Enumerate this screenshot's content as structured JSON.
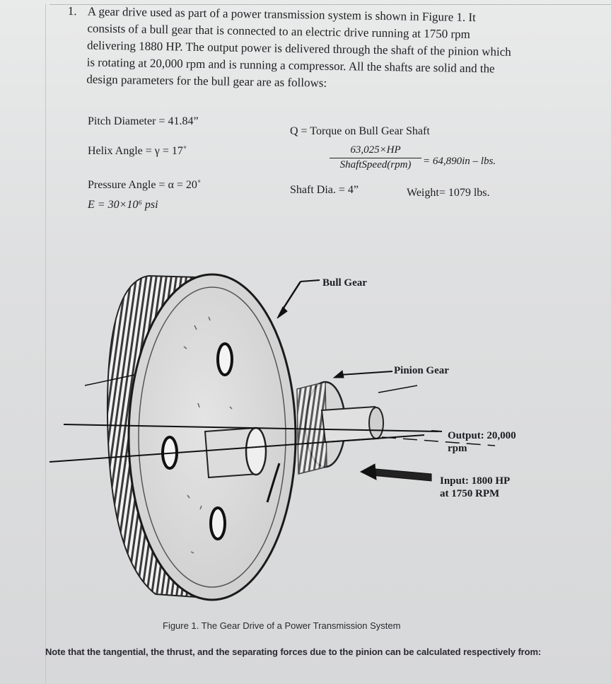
{
  "problem": {
    "number": "1.",
    "lines": [
      "A gear drive used as part of a power transmission system is shown in Figure 1.  It",
      "consists of a bull gear that is connected to an electric drive running at 1750 rpm",
      "delivering 1880 HP.  The output power is delivered through the shaft of the pinion which",
      "is rotating at 20,000 rpm and is running a compressor.  All the shafts are solid and the",
      "design parameters for the bull gear are as follows:"
    ]
  },
  "parameters": {
    "pitch_diameter": "Pitch Diameter = 41.84”",
    "helix_angle": "Helix Angle = γ = 17˚",
    "pressure_angle": "Pressure Angle = α = 20˚",
    "modulus": "E = 30×10⁶ psi",
    "torque_label": "Q = Torque on Bull Gear Shaft",
    "torque_numerator": "63,025×HP",
    "torque_denominator": "ShaftSpeed(rpm)",
    "torque_result": "= 64,890in – lbs.",
    "shaft_dia": "Shaft Dia. = 4”",
    "weight": "Weight= 1079 lbs."
  },
  "figure": {
    "labels": {
      "bull_gear": "Bull Gear",
      "pinion_gear": "Pinion Gear",
      "output_line1": "Output: 20,000",
      "output_line2": "rpm",
      "input_line1": "Input: 1800 HP",
      "input_line2": "at 1750 RPM"
    },
    "caption": "Figure 1. The Gear Drive of a Power Transmission System"
  },
  "note": "Note that the tangential, the thrust, and the separating forces due to the pinion can be calculated respectively from:"
}
